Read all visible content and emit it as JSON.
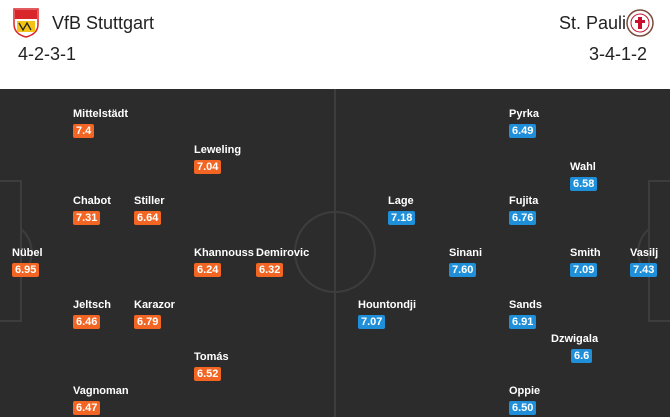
{
  "home": {
    "name": "VfB Stuttgart",
    "formation": "4-2-3-1",
    "logo_text": "VfB",
    "color": "#f26522",
    "players": [
      {
        "name": "Mittelstädt",
        "rating": "7.4"
      },
      {
        "name": "Leweling",
        "rating": "7.04"
      },
      {
        "name": "Chabot",
        "rating": "7.31"
      },
      {
        "name": "Stiller",
        "rating": "6.64"
      },
      {
        "name": "Nübel",
        "rating": "6.95"
      },
      {
        "name": "Khannouss",
        "rating": "6.24"
      },
      {
        "name": "Demirovic",
        "rating": "6.32"
      },
      {
        "name": "Jeltsch",
        "rating": "6.46"
      },
      {
        "name": "Karazor",
        "rating": "6.79"
      },
      {
        "name": "Tomás",
        "rating": "6.52"
      },
      {
        "name": "Vagnoman",
        "rating": "6.47"
      }
    ]
  },
  "away": {
    "name": "St. Pauli",
    "formation": "3-4-1-2",
    "color": "#1e8fd8",
    "players": [
      {
        "name": "Pyrka",
        "rating": "6.49"
      },
      {
        "name": "Wahl",
        "rating": "6.58"
      },
      {
        "name": "Lage",
        "rating": "7.18"
      },
      {
        "name": "Fujita",
        "rating": "6.76"
      },
      {
        "name": "Sinani",
        "rating": "7.60"
      },
      {
        "name": "Smith",
        "rating": "7.09"
      },
      {
        "name": "Vasilj",
        "rating": "7.43"
      },
      {
        "name": "Hountondji",
        "rating": "7.07"
      },
      {
        "name": "Sands",
        "rating": "6.91"
      },
      {
        "name": "Dzwigala",
        "rating": "6.6"
      },
      {
        "name": "Oppie",
        "rating": "6.50"
      }
    ]
  }
}
